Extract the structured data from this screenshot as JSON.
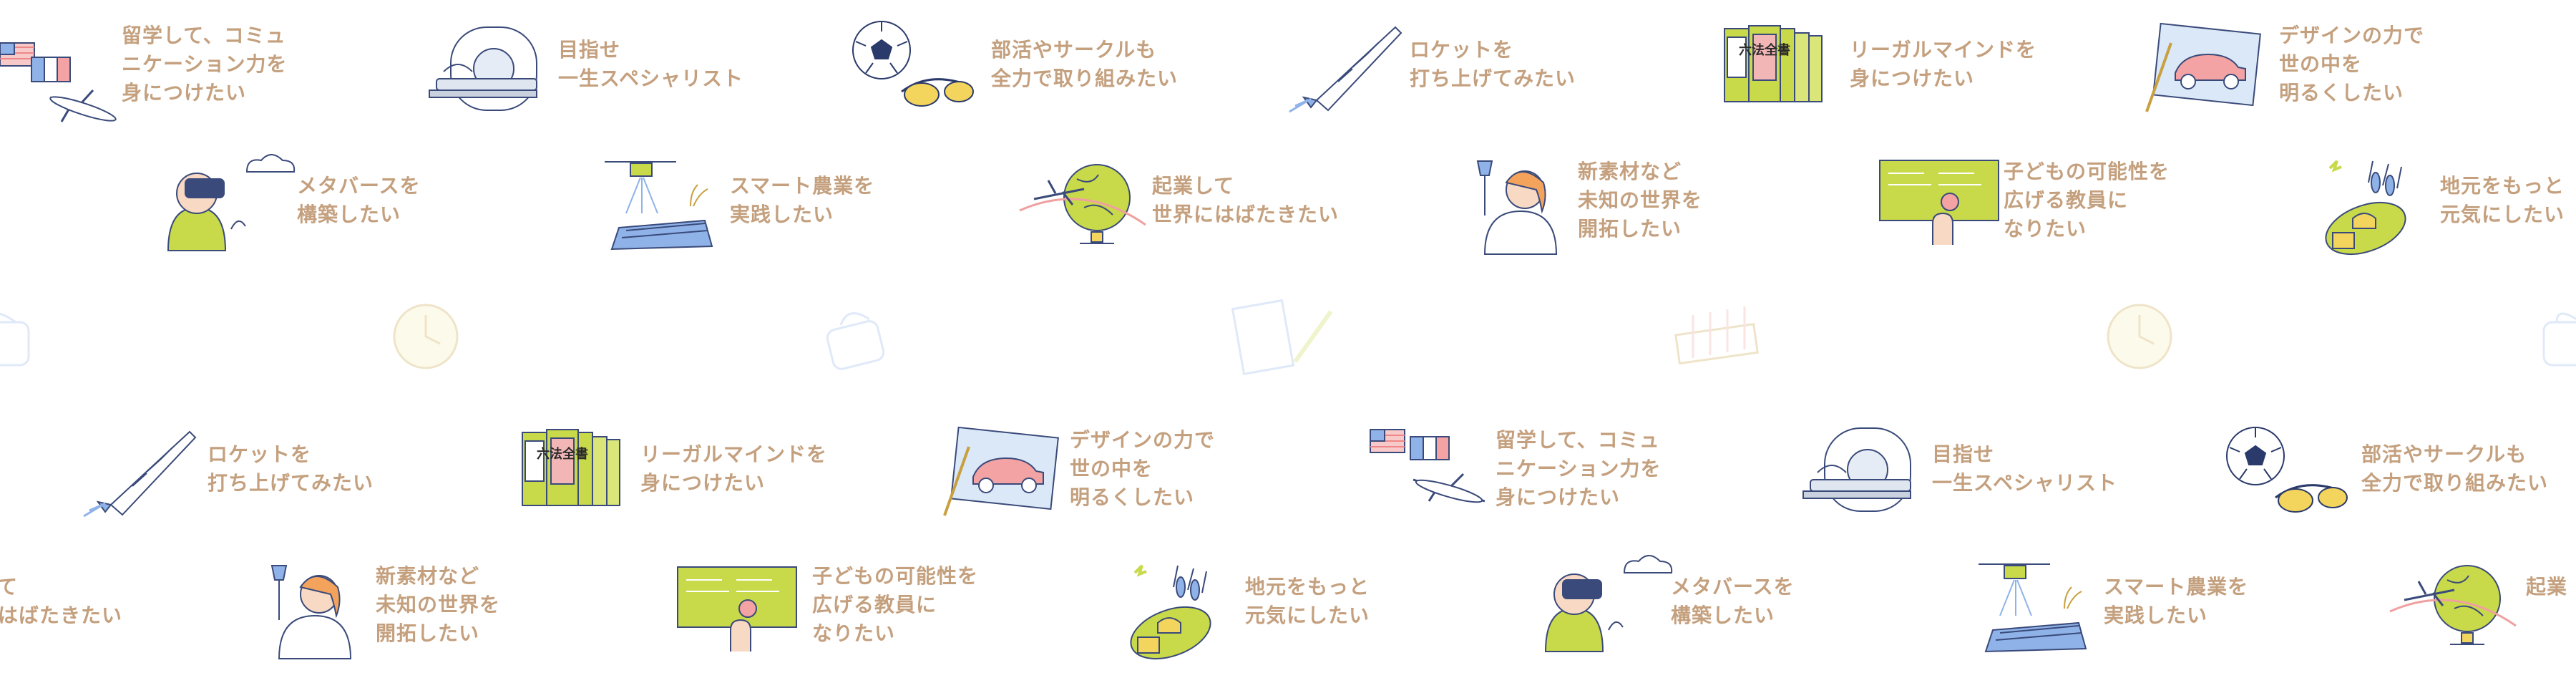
{
  "palette": {
    "text": "#c4a07e",
    "green": "#c8d94a",
    "navy": "#3a4a7a",
    "pink": "#f0a0a0",
    "orange": "#f3a35c"
  },
  "rows": [
    [
      {
        "icon": "airplane-flags-icon",
        "text": "留学して、コミュ\nニケーション力を\n身につけたい"
      },
      {
        "icon": "mri-scanner-icon",
        "text": "目指せ\n一生スペシャリスト"
      },
      {
        "icon": "soccer-goggles-icon",
        "text": "部活やサークルも\n全力で取り組みたい"
      },
      {
        "icon": "rocket-icon",
        "text": "ロケットを\n打ち上げてみたい"
      },
      {
        "icon": "law-books-icon",
        "text": "リーガルマインドを\n身につけたい"
      },
      {
        "icon": "car-design-icon",
        "text": "デザインの力で\n世の中を\n明るくしたい"
      }
    ],
    [
      {
        "icon": "vr-headset-icon",
        "text": "メタバースを\n構築したい"
      },
      {
        "icon": "drone-farm-icon",
        "text": "スマート農業を\n実践したい"
      },
      {
        "icon": "globe-airplane-icon",
        "text": "起業して\n世界にはばたきたい"
      },
      {
        "icon": "scientist-icon",
        "text": "新素材など\n未知の世界を\n開拓したい"
      },
      {
        "icon": "chalkboard-icon",
        "text": "子どもの可能性を\n広げる教員に\nなりたい"
      },
      {
        "icon": "local-food-icon",
        "text": "地元をもっと\n元気にしたい"
      }
    ],
    [
      {
        "icon": "rocket-icon",
        "text": "ロケットを\n打ち上げてみたい"
      },
      {
        "icon": "law-books-icon",
        "text": "リーガルマインドを\n身につけたい"
      },
      {
        "icon": "car-design-icon",
        "text": "デザインの力で\n世の中を\n明るくしたい"
      },
      {
        "icon": "airplane-flags-icon",
        "text": "留学して、コミュ\nニケーション力を\n身につけたい"
      },
      {
        "icon": "mri-scanner-icon",
        "text": "目指せ\n一生スペシャリスト"
      },
      {
        "icon": "soccer-goggles-icon",
        "text": "部活やサークルも\n全力で取り組みたい"
      }
    ],
    [
      {
        "icon": "globe-airplane-icon",
        "text": "起業して\n世界にはばたきたい"
      },
      {
        "icon": "scientist-icon",
        "text": "新素材など\n未知の世界を\n開拓したい"
      },
      {
        "icon": "chalkboard-icon",
        "text": "子どもの可能性を\n広げる教員に\nなりたい"
      },
      {
        "icon": "local-food-icon",
        "text": "地元をもっと\n元気にしたい"
      },
      {
        "icon": "vr-headset-icon",
        "text": "メタバースを\n構築したい"
      },
      {
        "icon": "drone-farm-icon",
        "text": "スマート農業を\n実践したい"
      },
      {
        "icon": "globe-airplane-icon",
        "text": "起業"
      }
    ]
  ],
  "faint_row": [
    "bag-icon",
    "clock-icon",
    "bag-icon",
    "notebook-pencil-icon",
    "test-tubes-icon",
    "clock-icon",
    "bag-icon"
  ],
  "book_label": "六法全書"
}
